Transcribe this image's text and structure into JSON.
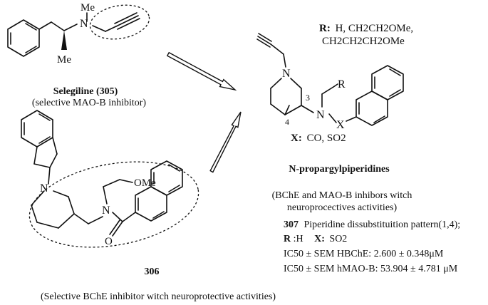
{
  "selegiline": {
    "atoms": {
      "n": "N",
      "me_top": "Me",
      "me_bottom": "Me"
    },
    "name": "Selegiline (305)",
    "role": "(selective MAO-B inhibitor)"
  },
  "compound_306": {
    "atoms": {
      "n_ring": "N",
      "n_amide": "N",
      "o_carbonyl": "O",
      "ome": "OMe"
    },
    "label": "306",
    "role": "(Selective BChE inhibitor witch neuroprotective activities)"
  },
  "piperidine": {
    "atoms": {
      "n_ring": "N",
      "n_amide": "N",
      "x": "X",
      "r": "R",
      "pos3": "3",
      "pos4": "4"
    },
    "r_label": "R:",
    "r_values_line1": "H, CH2CH2OMe,",
    "r_values_line2": "CH2CH2CH2OMe",
    "x_label": "X:",
    "x_values": "CO, SO2",
    "class_name": "N-propargylpiperidines",
    "activity_line1": "(BChE and MAO-B inhibors witch",
    "activity_line2": "neuroprocectives activities)"
  },
  "compound_307": {
    "number": "307",
    "pattern": "Piperidine dissubstituition pattern(1,4);",
    "r_label": "R",
    "r_value": ":H",
    "x_label": "X:",
    "x_value": "SO2",
    "ic50_hbche": "IC50 ± SEM HBChE: 2.600 ± 0.348μM",
    "ic50_hmaob": "IC50 ± SEM  hMAO-B: 53.904 ± 4.781 μM"
  }
}
